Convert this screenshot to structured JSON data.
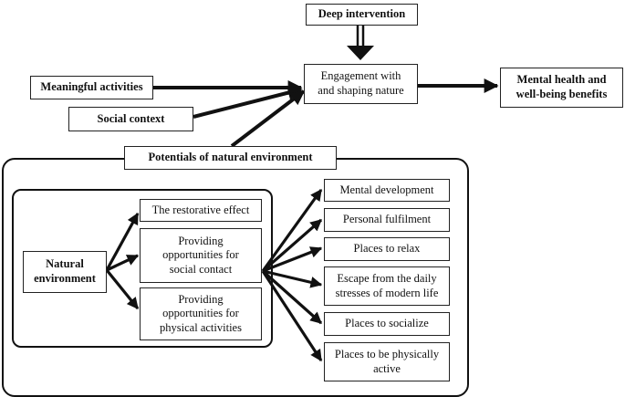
{
  "nodes": {
    "deep_intervention": "Deep intervention",
    "meaningful_activities": "Meaningful activities",
    "social_context": "Social context",
    "engagement": "Engagement with\nand shaping nature",
    "mental_health": "Mental health and\nwell-being benefits",
    "potentials": "Potentials of natural environment",
    "natural_environment": "Natural\nenvironment",
    "restorative": "The restorative effect",
    "social_contact": "Providing\nopportunities for\nsocial contact",
    "physical_activities": "Providing\nopportunities for\nphysical activities",
    "mental_development": "Mental development",
    "personal_fulfilment": "Personal fulfilment",
    "places_relax": "Places to relax",
    "escape": "Escape from the daily\nstresses of modern life",
    "places_socialize": "Places to socialize",
    "places_active": "Places to be physically\nactive"
  }
}
